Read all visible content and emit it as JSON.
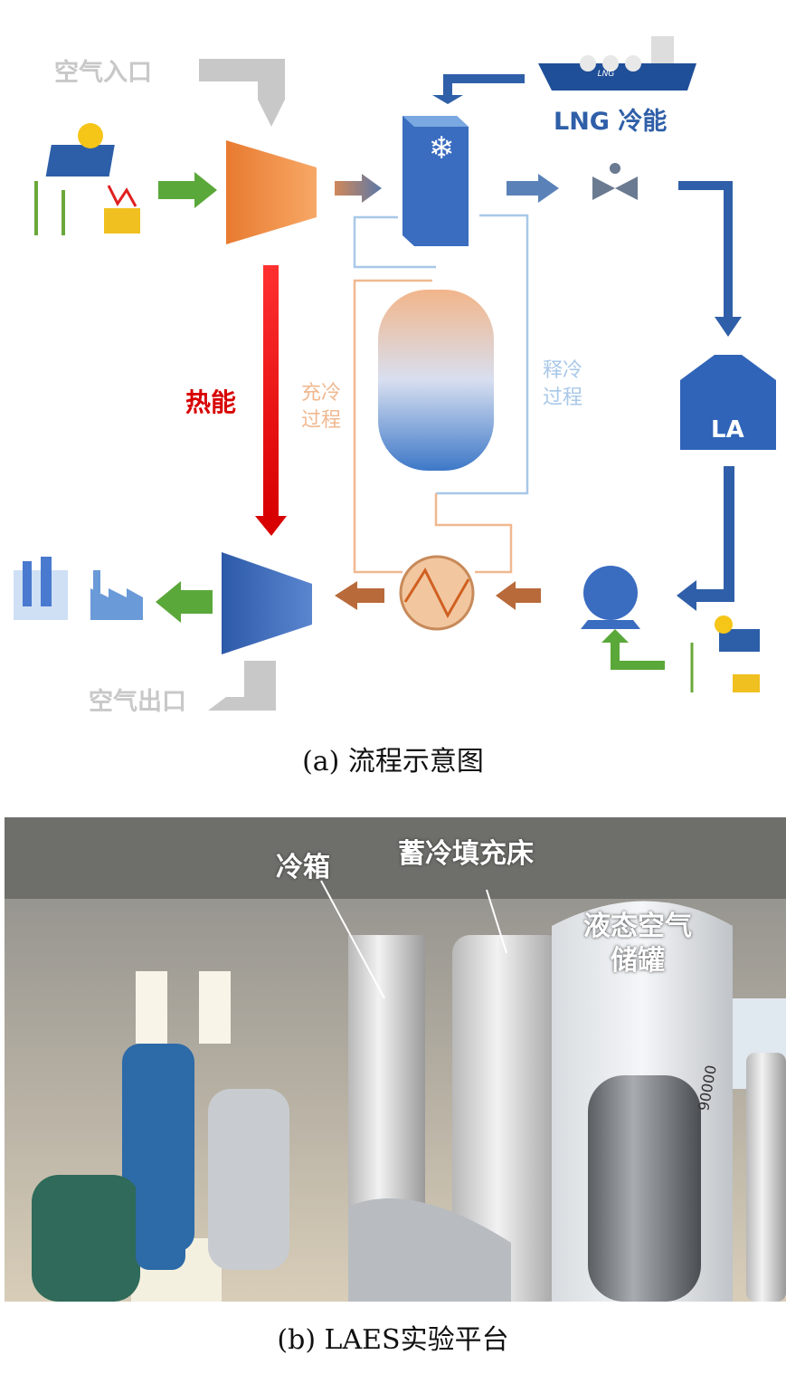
{
  "diagram": {
    "air_inlet": "空气入口",
    "lng_cold": "LNG 冷能",
    "ship_label": "LNG",
    "heat": "热能",
    "charge_1": "充冷",
    "charge_2": "过程",
    "discharge_1": "释冷",
    "discharge_2": "过程",
    "tank_label": "LA",
    "air_outlet": "空气出口",
    "caption": "(a) 流程示意图"
  },
  "photo": {
    "cold_box": "冷箱",
    "packed_bed": "蓄冷填充床",
    "la_tank_1": "液态空气",
    "la_tank_2": "储罐",
    "tank_number": "90000",
    "caption": "(b) LAES实验平台"
  },
  "colors": {
    "hot": "#e8141c",
    "cold": "#2f5fa8",
    "charge": "#f0b890",
    "discharge": "#a8c8e8",
    "compressor": "#f08a3c",
    "turbine": "#3a66b8"
  }
}
